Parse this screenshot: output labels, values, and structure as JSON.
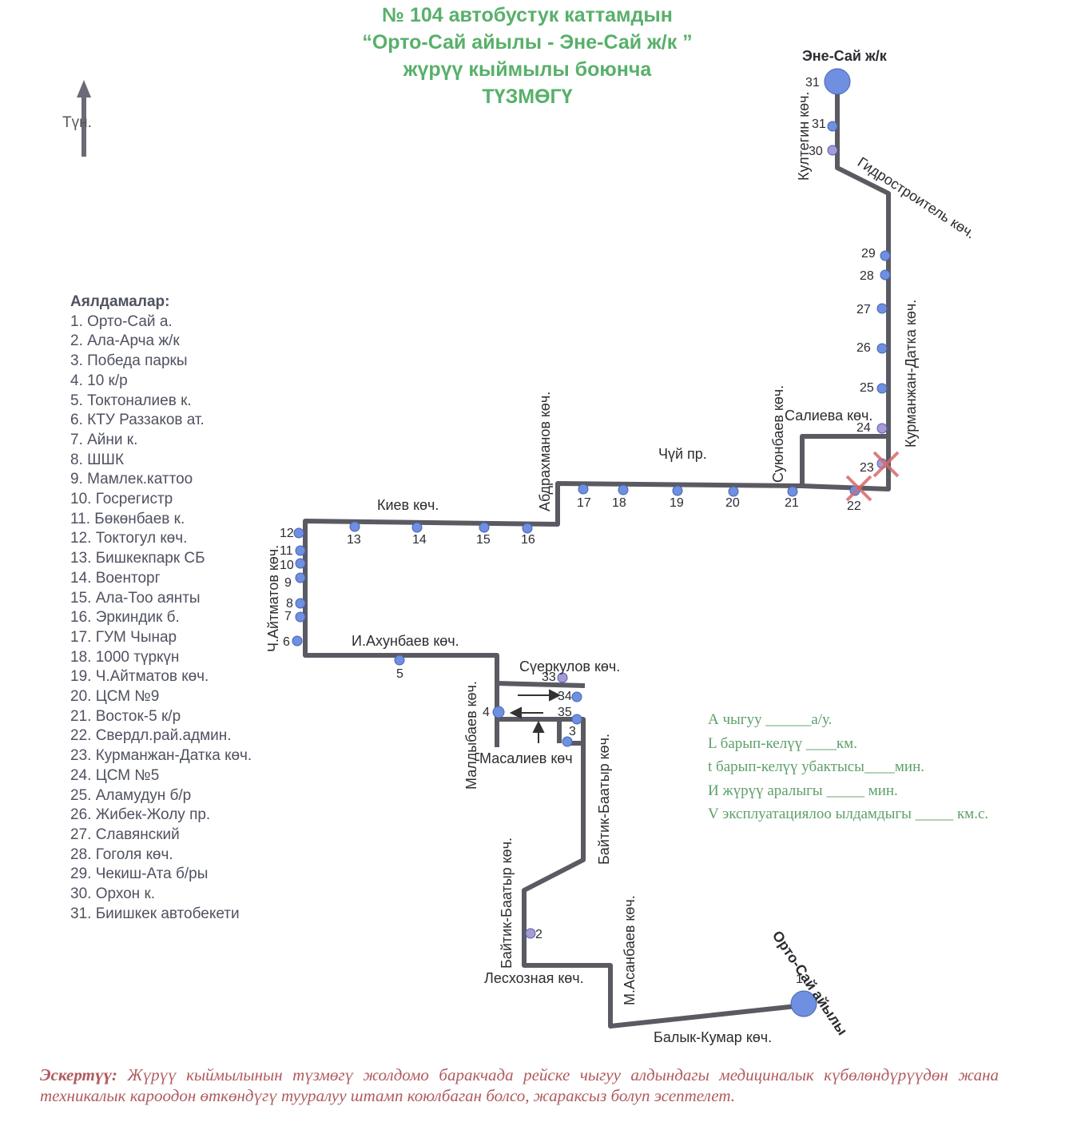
{
  "title": {
    "line1": "№ 104  автобустук каттамдын",
    "line2": "“Орто-Сай айылы - Эне-Сай ж/к  ”",
    "line3": "жүрүү кыймылы боюнча",
    "line4": "ТҮЗМӨГҮ"
  },
  "north_label": "Түн.",
  "legend": {
    "heading": "Аялдамалар:",
    "items": [
      "1. Орто-Сай а.",
      "2. Ала-Арча ж/к",
      "3. Победа паркы",
      "4. 10 к/р",
      "5. Токтоналиев к.",
      "6. КТУ Раззаков ат.",
      "7. Айни к.",
      "8. ШШК",
      "9. Мамлек.каттоо",
      "10. Госрегистр",
      "11. Бөкөнбаев к.",
      "12. Токтогул көч.",
      "13. Бишкекпарк СБ",
      "14. Военторг",
      "15. Ала-Тоо аянты",
      "16. Эркиндик б.",
      "17. ГУМ Чынар",
      "18. 1000 түркүн",
      "19. Ч.Айтматов көч.",
      "20. ЦСМ №9",
      "21. Восток-5 к/р",
      "22. Свердл.рай.админ.",
      "23. Курманжан-Датка көч.",
      "24. ЦСМ №5",
      "25. Аламудун б/р",
      "26. Жибек-Жолу пр.",
      "27. Славянский",
      "28. Гоголя көч.",
      "29. Чекиш-Ата б/ры",
      "30. Орхон к.",
      "31. Биишкек автобекети"
    ]
  },
  "params": {
    "a": "А чыгуу ______а/у.",
    "l": "L барып-келүү ____км.",
    "t": "t барып-келүү убактысы____мин.",
    "i": "И жүрүү аралыгы _____     мин.",
    "v": "V эксплуатациялоо ылдамдыгы _____ км.с."
  },
  "note": {
    "label": "Эскертүү:",
    "text": " Жүрүү кыймылынын түзмөгү жолдомо баракчада рейске чыгуу алдындагы медициналык күбөлөндүрүүдөн жана техникалык кароодон өткөндүгү тууралуу штамп коюлбаган болсо, жараксыз болуп эсептелет."
  },
  "streets": {
    "ene_sai": "Эне-Сай ж/к",
    "kultegin": "Култегин көч.",
    "gidrostroitel": "Гидростроитель көч.",
    "kurmanzhan": "Курманжан-Датка көч.",
    "salieva": "Салиева көч.",
    "suyunbaev": "Суюнбаев көч.",
    "chui": "Чүй пр.",
    "abdrakhmanov": "Абдрахманов көч.",
    "kiev": "Киев көч.",
    "aitmatov": "Ч.Айтматов көч.",
    "akhunbaev": "И.Ахунбаев көч.",
    "suerkulov": "Сүеркулов көч.",
    "maldybaev": "Малдыбаев көч.",
    "masaliev": "Масалиев көч",
    "baitik1": "Байтик-Баатыр көч.",
    "baitik2": "Байтик-Баатыр көч.",
    "leskhoznaya": "Лесхозная көч.",
    "asanbaev": "М.Асанбаев көч.",
    "balyk": "Балык-Кумар көч.",
    "orto_sai": "Орто-Сай айылы"
  },
  "stop_labels": [
    "1",
    "2",
    "3",
    "4",
    "5",
    "6",
    "7",
    "8",
    "9",
    "10",
    "11",
    "12",
    "13",
    "14",
    "15",
    "16",
    "17",
    "18",
    "19",
    "20",
    "21",
    "22",
    "23",
    "24",
    "25",
    "26",
    "27",
    "28",
    "29",
    "30",
    "31",
    "31",
    "33",
    "34",
    "35"
  ],
  "colors": {
    "route": "#5a5a62",
    "stop": "#6f8fe0",
    "stop_alt": "#a99ad6",
    "title": "#58b06a",
    "params": "#5da06a",
    "note": "#b05a5e",
    "cross": "#d46a6a"
  }
}
